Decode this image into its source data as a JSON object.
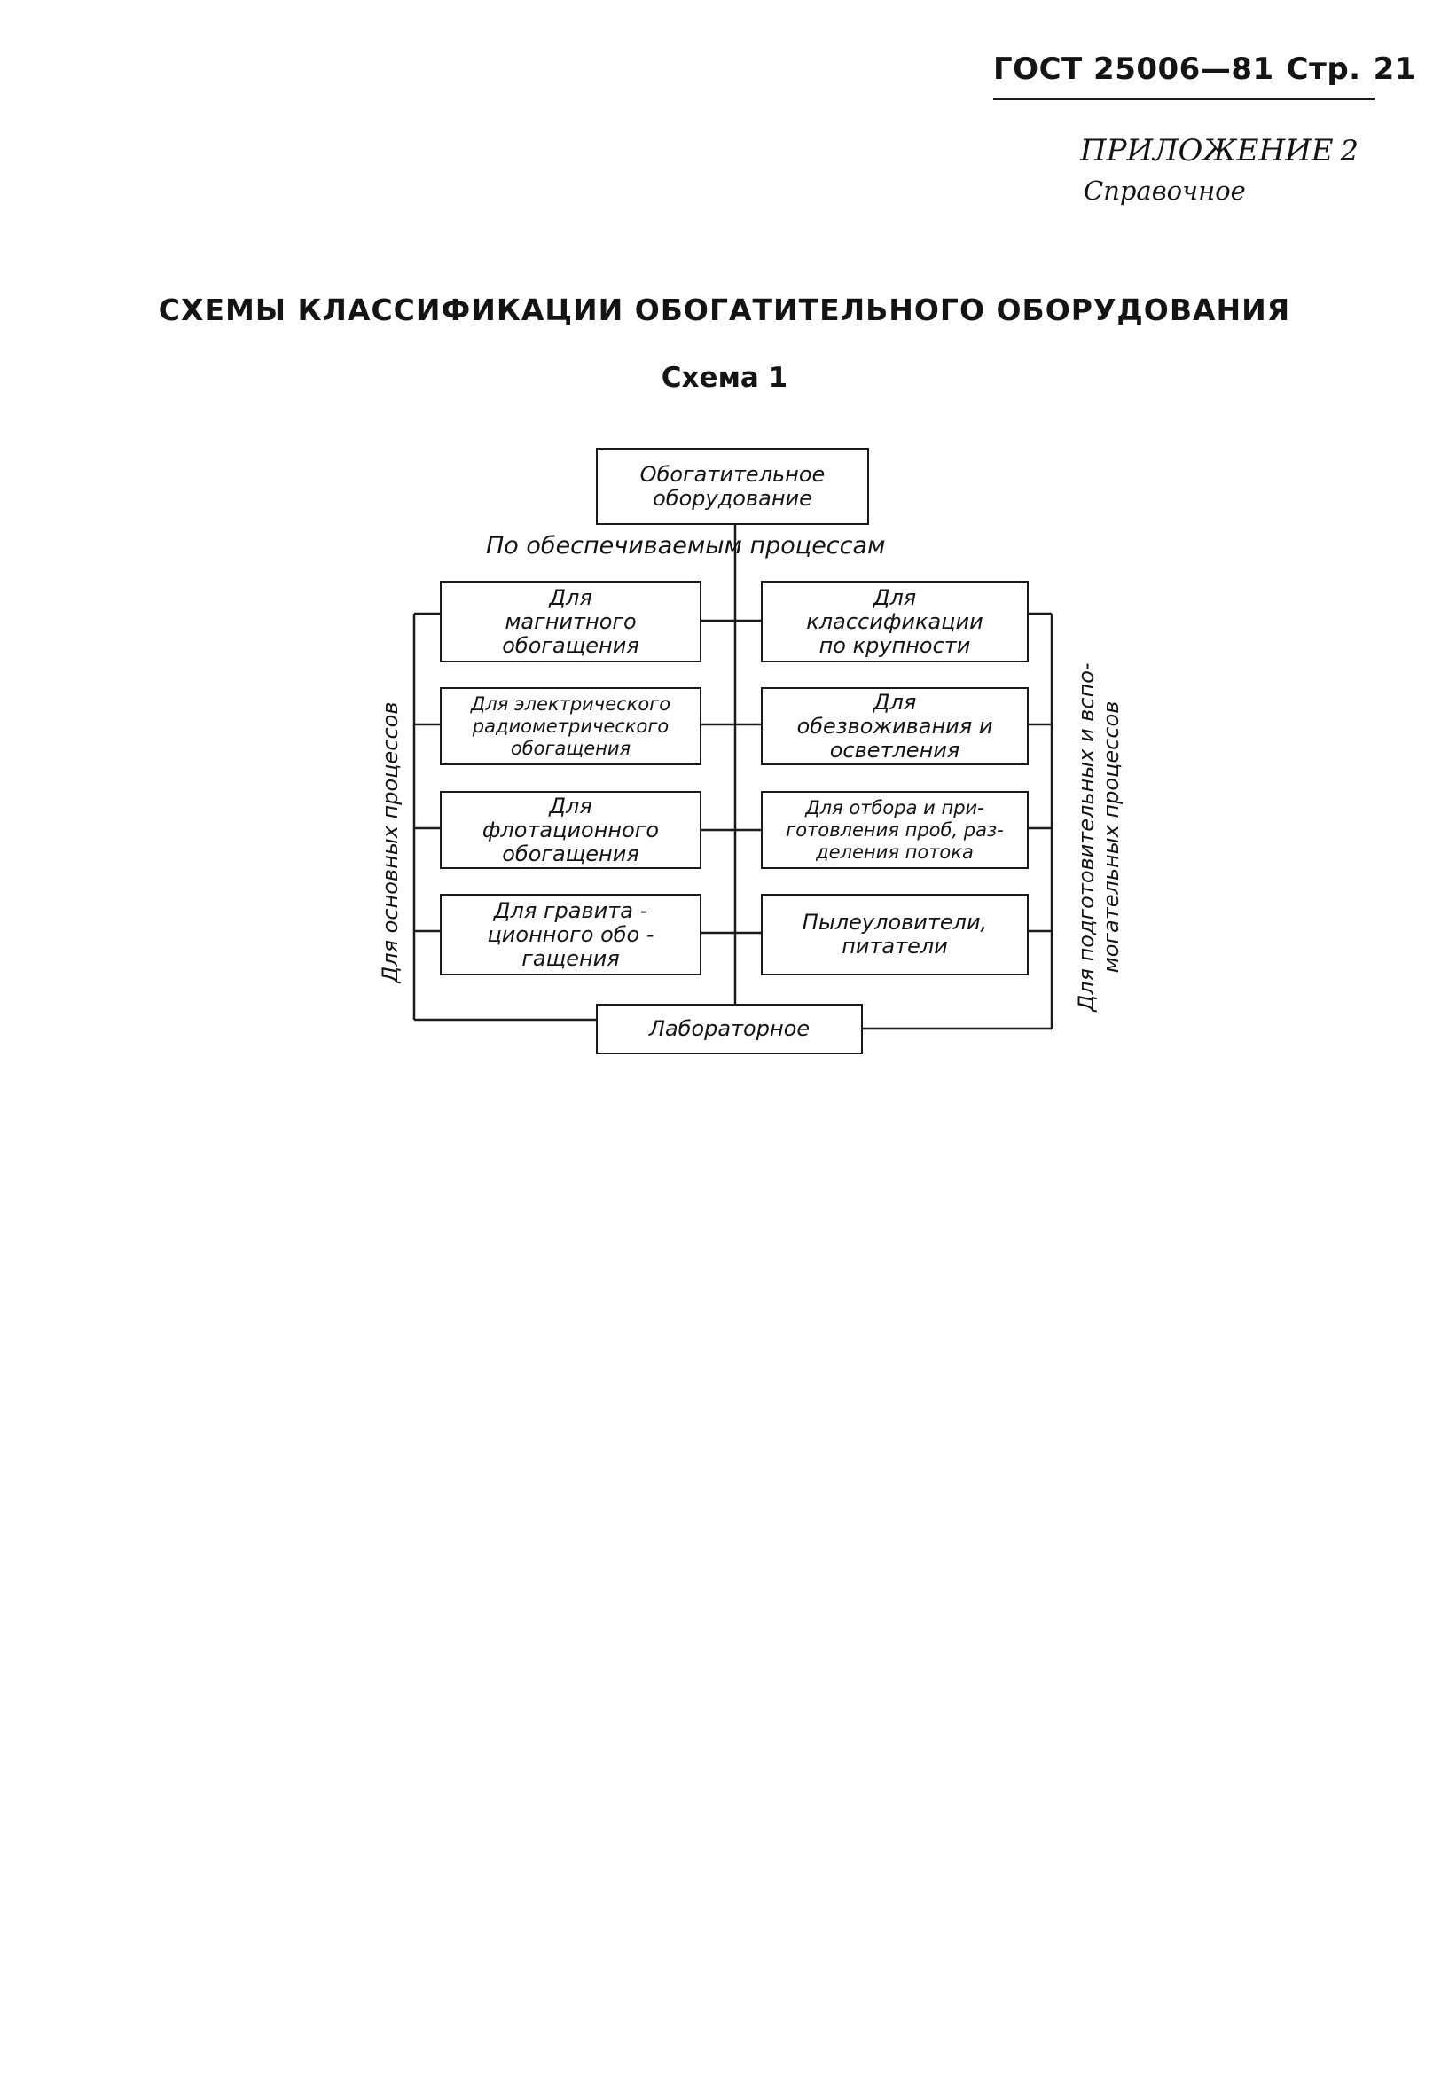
{
  "header": {
    "standard": "ГОСТ 25006—81",
    "page_label": "Стр.",
    "page_number": "21"
  },
  "appendix": {
    "title": "ПРИЛОЖЕНИЕ",
    "number": "2",
    "subtitle": "Справочное"
  },
  "main_title": "СХЕМЫ КЛАССИФИКАЦИИ ОБОГАТИТЕЛЬНОГО ОБОРУДОВАНИЯ",
  "scheme": {
    "title": "Схема 1",
    "root": "Обогатительное\nоборудование",
    "branch_label": "По обеспечиваемым процессам",
    "left_group_label": "Для основных процессов",
    "right_group_label": "Для подготовительных и вспо-\nмогательных процессов",
    "left_boxes": [
      "Для\nмагнитного\nобогащения",
      "Для электрического\nрадиометрического\nобогащения",
      "Для\nфлотационного\nобогащения",
      "Для гравита -\nционного обо -\nгащения"
    ],
    "right_boxes": [
      "Для\nклассификации\nпо крупности",
      "Для\nобезвоживания и\nосветления",
      "Для отбора и при-\nготовления проб, раз-\nделения потока",
      "Пылеуловители,\nпитатели"
    ],
    "bottom": "Лабораторное"
  }
}
